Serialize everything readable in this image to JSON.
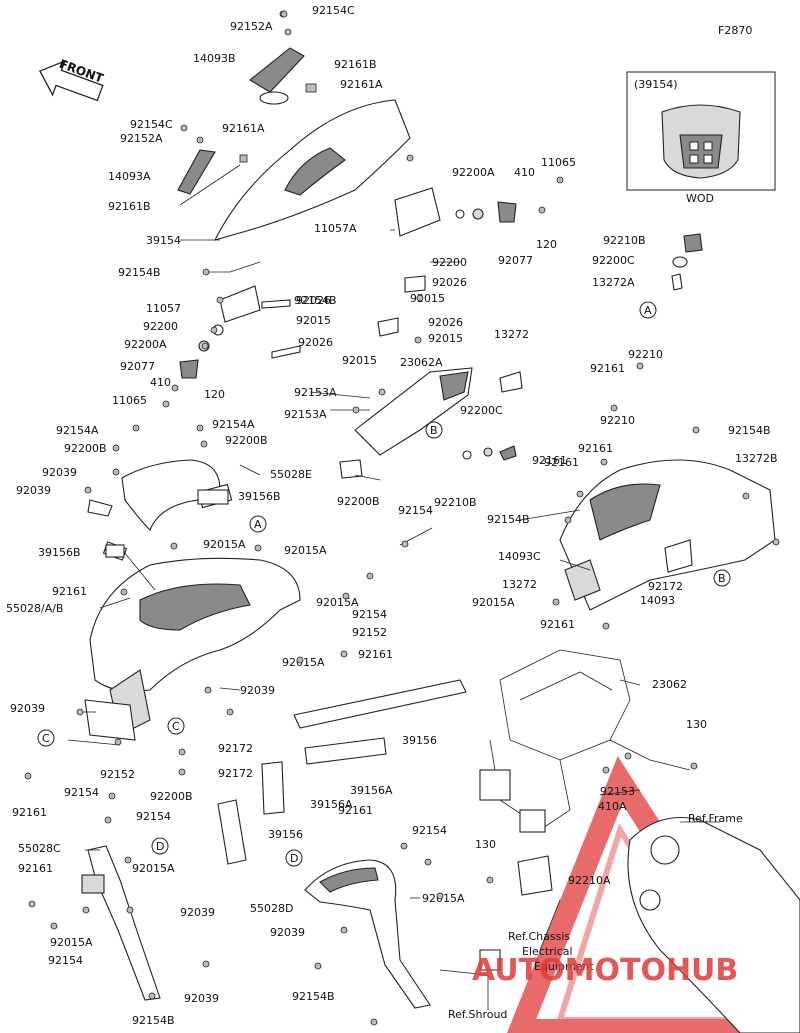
{
  "figure_code": "F2870",
  "front_label": "FRONT",
  "wod_caption": "WOD",
  "inset_label": "(39154)",
  "callouts": [
    "A",
    "B",
    "C",
    "D",
    "A",
    "B",
    "C",
    "D"
  ],
  "references": {
    "frame": "Ref.Frame",
    "chassis_line1": "Ref.Chassis",
    "chassis_line2": "Electrical",
    "chassis_line3": "Equipment",
    "shroud": "Ref.Shroud"
  },
  "watermark": "AUTOMOTOHUB",
  "colors": {
    "watermark_red": "#e03a3a",
    "watermark_yellow": "#f2a81d",
    "line": "#222222"
  },
  "labels": [
    "92154C",
    "92152A",
    "14093B",
    "92161B",
    "92161A",
    "92154C",
    "92152A",
    "92161A",
    "14093A",
    "92161B",
    "39154",
    "92154B",
    "92200A",
    "410",
    "11065",
    "11057A",
    "92200",
    "92077",
    "120",
    "92210B",
    "92200C",
    "13272A",
    "92154B",
    "11057",
    "92026",
    "92015",
    "92200",
    "92200A",
    "92026",
    "92015",
    "92077",
    "410",
    "120",
    "11065",
    "92026",
    "92015",
    "92026",
    "92015",
    "13272",
    "23062A",
    "92210",
    "92161",
    "92153A",
    "92153A",
    "92200C",
    "92154A",
    "92154A",
    "92200B",
    "92200B",
    "92039",
    "55028E",
    "92039",
    "39156B",
    "92210",
    "92154B",
    "92161",
    "92015A",
    "92161",
    "13272B",
    "92161",
    "92200B",
    "92154",
    "92210B",
    "13272",
    "92154B",
    "39156B",
    "92015A",
    "92015A",
    "14093C",
    "92161",
    "55028/A/B",
    "92154",
    "92172",
    "14093",
    "92152",
    "92015A",
    "92161",
    "92161",
    "92015A",
    "92039",
    "23062",
    "92039",
    "39156",
    "130",
    "92172",
    "92152",
    "92154",
    "92172",
    "39156A",
    "92153",
    "92161",
    "92200B",
    "92154",
    "39156A",
    "410A",
    "39156",
    "92161",
    "92154",
    "55028C",
    "92015A",
    "130",
    "92161",
    "92015A",
    "92210A",
    "55028D",
    "92039",
    "92039",
    "92015A",
    "92154",
    "92154B",
    "92039",
    "92154B"
  ]
}
